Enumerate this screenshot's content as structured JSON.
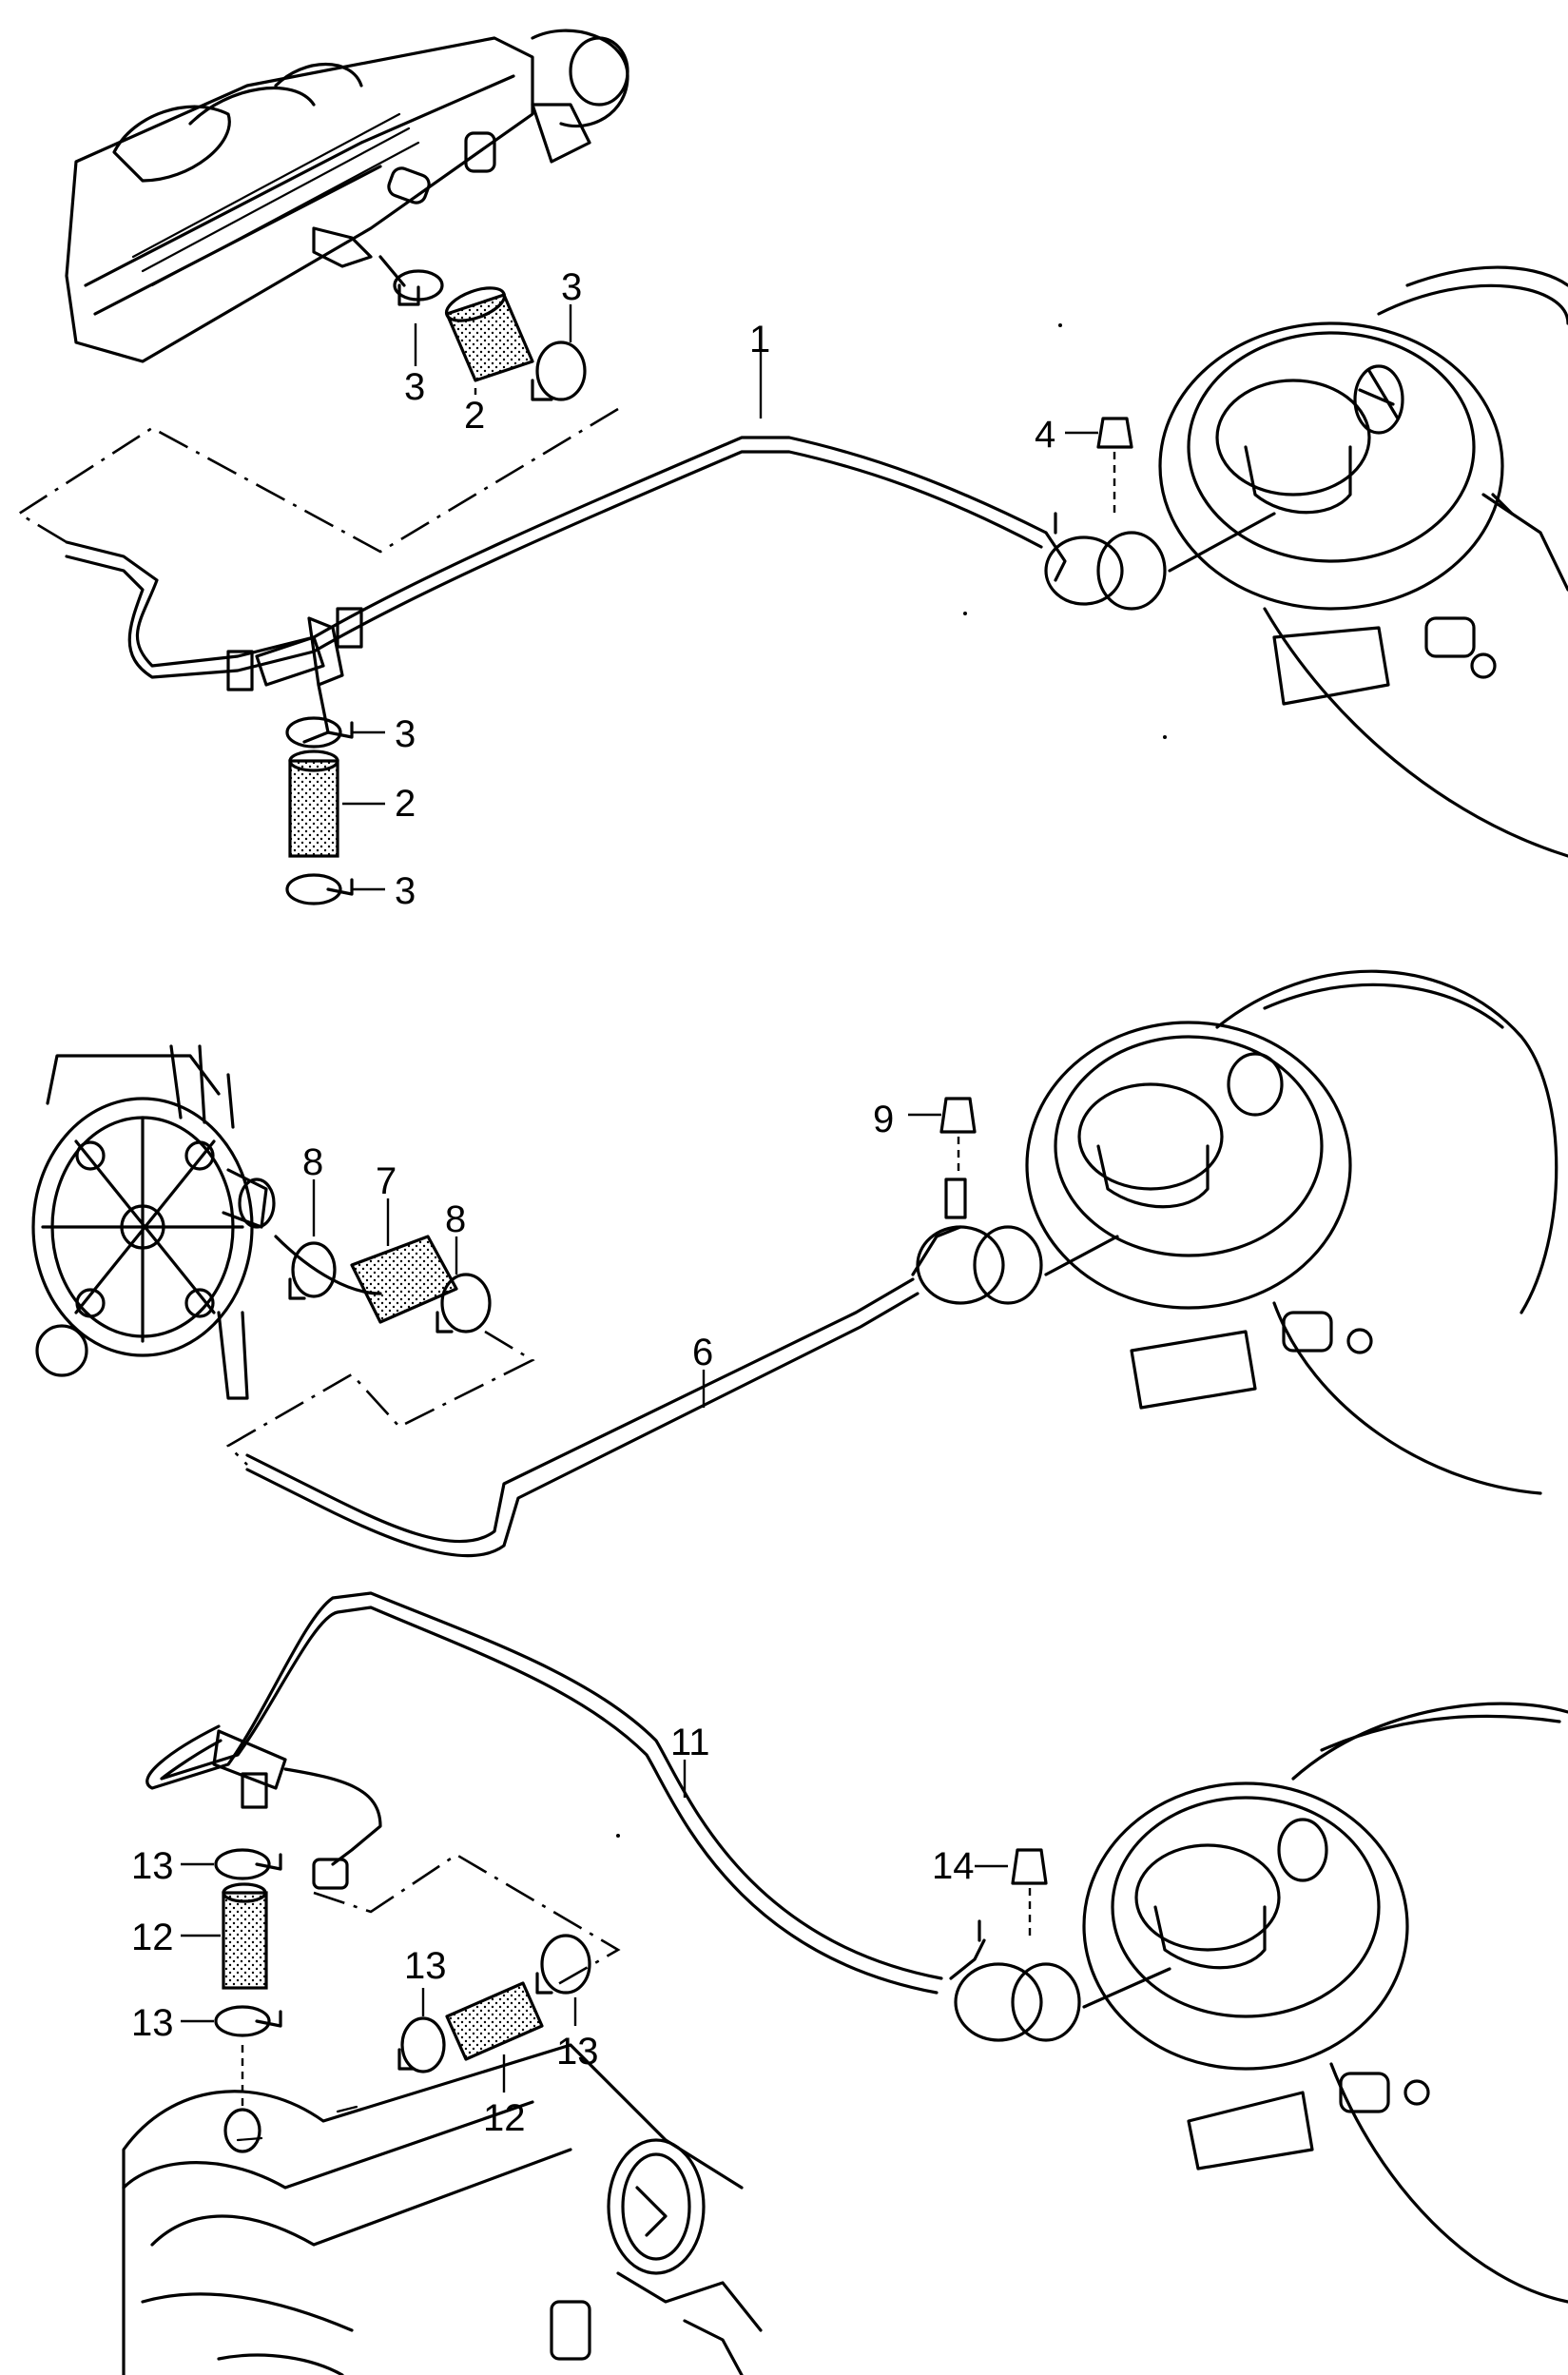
{
  "callouts": {
    "c1": "1",
    "c2a": "2",
    "c2b": "2",
    "c3a": "3",
    "c3b": "3",
    "c3c": "3",
    "c3d": "3",
    "c4": "4",
    "c6": "6",
    "c7": "7",
    "c8a": "8",
    "c8b": "8",
    "c9": "9",
    "c11": "11",
    "c12a": "12",
    "c12b": "12",
    "c13a": "13",
    "c13b": "13",
    "c13c": "13",
    "c13d": "13",
    "c14": "14"
  }
}
